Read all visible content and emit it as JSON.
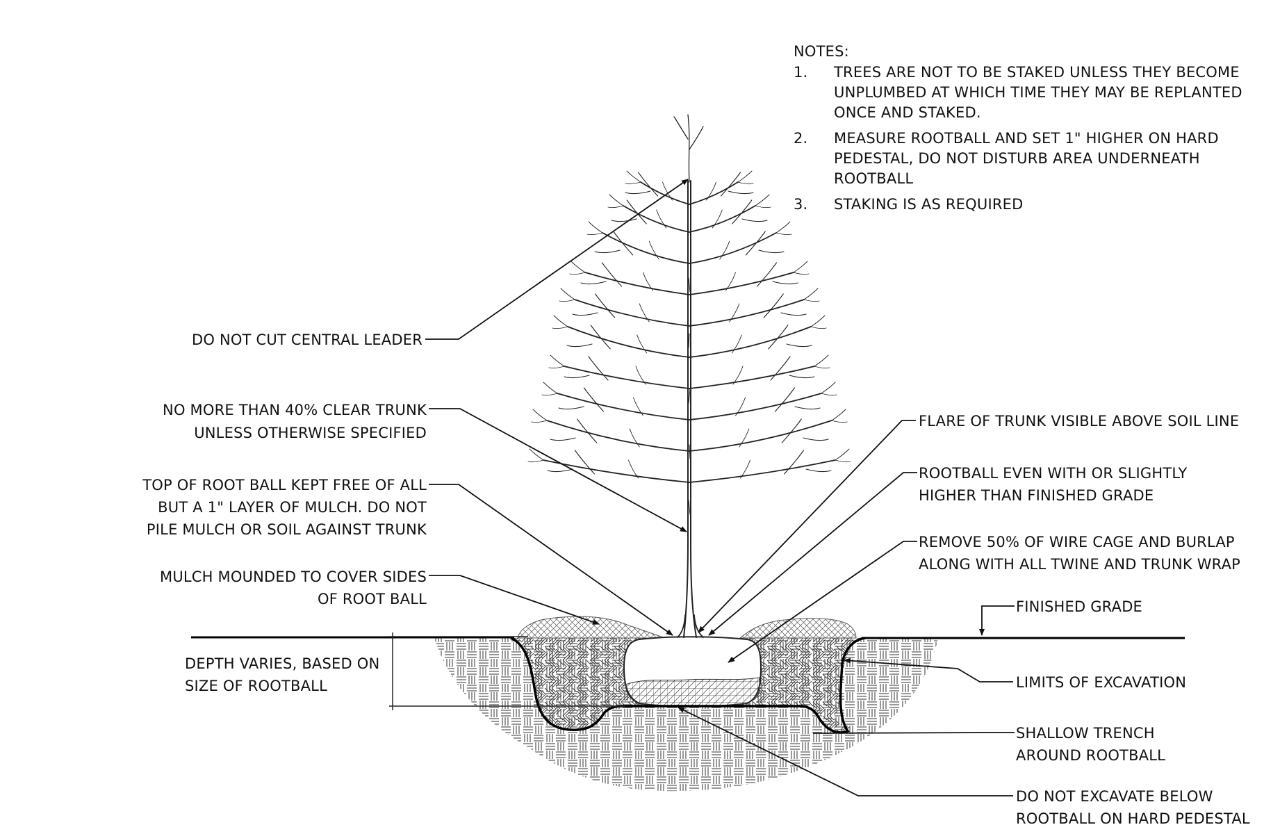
{
  "notes": {
    "heading": "NOTES:",
    "items": [
      {
        "num": "1.",
        "lines": [
          "TREES ARE NOT TO BE STAKED UNLESS THEY BECOME",
          "UNPLUMBED AT WHICH TIME THEY MAY BE REPLANTED",
          "ONCE AND STAKED."
        ]
      },
      {
        "num": "2.",
        "lines": [
          "MEASURE ROOTBALL AND SET 1\" HIGHER ON HARD",
          "PEDESTAL, DO NOT DISTURB AREA UNDERNEATH",
          "ROOTBALL"
        ]
      },
      {
        "num": "3.",
        "lines": [
          "STAKING IS AS REQUIRED"
        ]
      }
    ]
  },
  "callouts": {
    "central_leader": [
      "DO NOT CUT CENTRAL LEADER"
    ],
    "clear_trunk": [
      "NO MORE THAN 40% CLEAR TRUNK",
      "UNLESS OTHERWISE SPECIFIED"
    ],
    "root_ball_top": [
      "TOP OF ROOT BALL KEPT FREE OF ALL",
      "BUT A 1\" LAYER OF MULCH.  DO NOT",
      "PILE MULCH OR SOIL AGAINST TRUNK"
    ],
    "mulch_mounded": [
      "MULCH MOUNDED TO COVER SIDES",
      "OF ROOT BALL"
    ],
    "depth_varies": [
      "DEPTH VARIES, BASED ON",
      "SIZE OF ROOTBALL"
    ],
    "trunk_flare": [
      "FLARE OF TRUNK VISIBLE ABOVE SOIL LINE"
    ],
    "rootball_even": [
      "ROOTBALL EVEN WITH OR SLIGHTLY",
      "HIGHER THAN FINISHED GRADE"
    ],
    "wire_cage": [
      "REMOVE 50% OF WIRE CAGE AND BURLAP",
      "ALONG WITH ALL TWINE AND TRUNK WRAP"
    ],
    "finished_grade": [
      "FINISHED GRADE"
    ],
    "limits_excavation": [
      "LIMITS OF EXCAVATION"
    ],
    "shallow_trench": [
      "SHALLOW TRENCH",
      "AROUND ROOTBALL"
    ],
    "no_excavate": [
      "DO NOT EXCAVATE BELOW",
      "ROOTBALL ON HARD PEDESTAL"
    ]
  }
}
